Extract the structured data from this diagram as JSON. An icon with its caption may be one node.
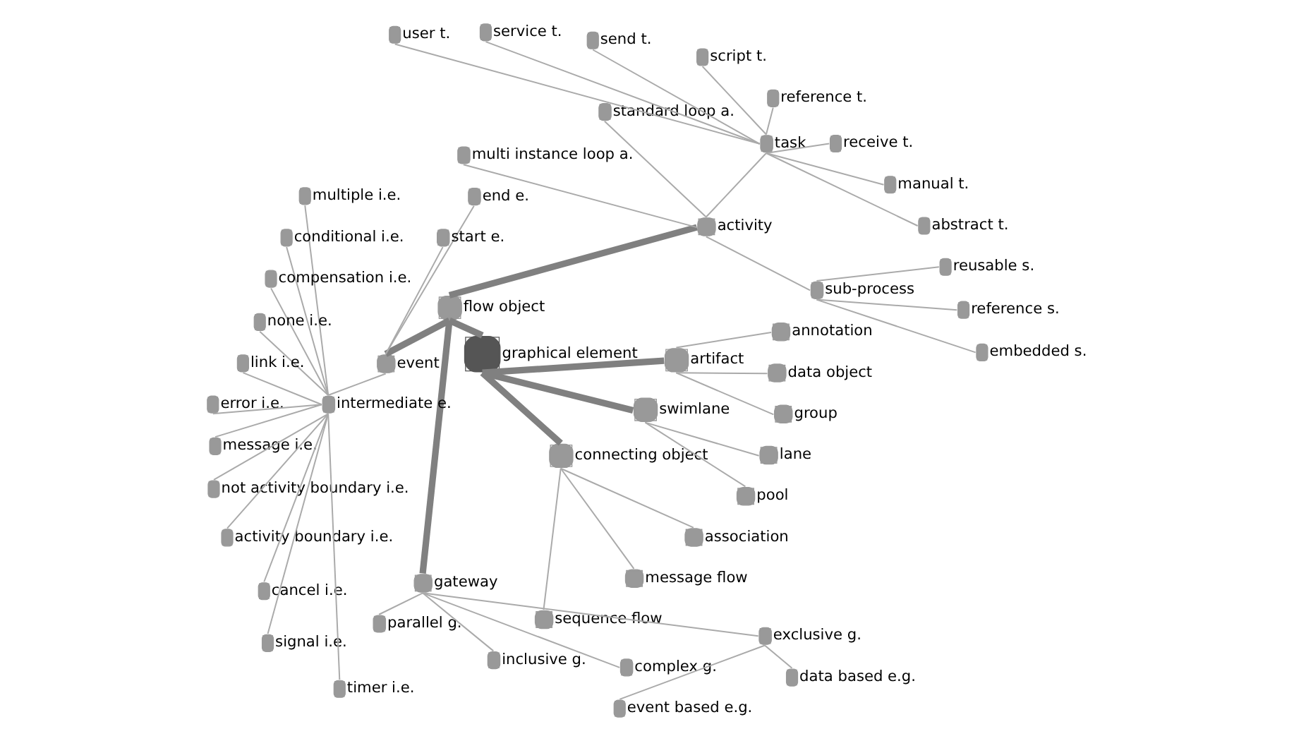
{
  "diagram": {
    "nodes": [
      {
        "text": [
          "graphical element"
        ]
      },
      {
        "text": [
          "flow object"
        ]
      },
      {
        "text": [
          "connecting object"
        ]
      },
      {
        "text": [
          "swimlane"
        ]
      },
      {
        "text": [
          "artifact"
        ]
      },
      {
        "text": [
          "activity"
        ]
      },
      {
        "text": [
          "event"
        ]
      },
      {
        "text": [
          "gateway"
        ]
      },
      {
        "text": [
          "sequence flow"
        ]
      },
      {
        "text": [
          "message flow"
        ]
      },
      {
        "text": [
          "association"
        ]
      },
      {
        "text": [
          "pool"
        ]
      },
      {
        "text": [
          "lane"
        ]
      },
      {
        "text": [
          "group"
        ]
      },
      {
        "text": [
          "data object"
        ]
      },
      {
        "text": [
          "annotation"
        ]
      },
      {
        "text": [
          "sub-process"
        ]
      },
      {
        "text": [
          "task"
        ]
      },
      {
        "text": [
          "standard loop a."
        ]
      },
      {
        "text": [
          "multi instance loop a."
        ]
      },
      {
        "text": [
          "embedded s."
        ]
      },
      {
        "text": [
          "reference s."
        ]
      },
      {
        "text": [
          "reusable s."
        ]
      },
      {
        "text": [
          "abstract t."
        ]
      },
      {
        "text": [
          "manual t."
        ]
      },
      {
        "text": [
          "receive t."
        ]
      },
      {
        "text": [
          "reference t."
        ]
      },
      {
        "text": [
          "script t."
        ]
      },
      {
        "text": [
          "send t."
        ]
      },
      {
        "text": [
          "service t."
        ]
      },
      {
        "text": [
          "user t."
        ]
      },
      {
        "text": [
          "end e."
        ]
      },
      {
        "text": [
          "start e."
        ]
      },
      {
        "text": [
          "intermediate e."
        ]
      },
      {
        "text": [
          "multiple i.e."
        ]
      },
      {
        "text": [
          "conditional i.e."
        ]
      },
      {
        "text": [
          "compensation i.e."
        ]
      },
      {
        "text": [
          "none i.e."
        ]
      },
      {
        "text": [
          "link i.e."
        ]
      },
      {
        "text": [
          "error i.e."
        ]
      },
      {
        "text": [
          "message i.e."
        ]
      },
      {
        "text": [
          "not activity boundary i.e."
        ]
      },
      {
        "text": [
          "activity boundary i.e."
        ]
      },
      {
        "text": [
          "cancel i.e."
        ]
      },
      {
        "text": [
          "signal i.e."
        ]
      },
      {
        "text": [
          "timer i.e."
        ]
      },
      {
        "text": [
          "parallel g."
        ]
      },
      {
        "text": [
          "inclusive g."
        ]
      },
      {
        "text": [
          "complex g."
        ]
      },
      {
        "text": [
          "exclusive g."
        ]
      },
      {
        "text": [
          "event based e.g."
        ]
      },
      {
        "text": [
          "data based e.g."
        ]
      }
    ],
    "edges": [
      {
        "from": 0,
        "to": 1,
        "arrow": "none",
        "style": "thick"
      },
      {
        "from": 0,
        "to": 2,
        "arrow": "none",
        "style": "thick"
      },
      {
        "from": 0,
        "to": 3,
        "arrow": "none",
        "style": "thick"
      },
      {
        "from": 0,
        "to": 4,
        "arrow": "none",
        "style": "thick"
      },
      {
        "from": 1,
        "to": 5,
        "arrow": "none",
        "style": "thick"
      },
      {
        "from": 1,
        "to": 6,
        "arrow": "none",
        "style": "thick"
      },
      {
        "from": 1,
        "to": 7,
        "arrow": "none",
        "style": "thick"
      },
      {
        "from": 2,
        "to": 8,
        "arrow": "none"
      },
      {
        "from": 2,
        "to": 9,
        "arrow": "none"
      },
      {
        "from": 2,
        "to": 10,
        "arrow": "none"
      },
      {
        "from": 3,
        "to": 11,
        "arrow": "none"
      },
      {
        "from": 3,
        "to": 12,
        "arrow": "none"
      },
      {
        "from": 4,
        "to": 13,
        "arrow": "none"
      },
      {
        "from": 4,
        "to": 14,
        "arrow": "none"
      },
      {
        "from": 4,
        "to": 15,
        "arrow": "none"
      },
      {
        "from": 5,
        "to": 16,
        "arrow": "none"
      },
      {
        "from": 5,
        "to": 17,
        "arrow": "none"
      },
      {
        "from": 5,
        "to": 18,
        "arrow": "none"
      },
      {
        "from": 5,
        "to": 19,
        "arrow": "none"
      },
      {
        "from": 16,
        "to": 20,
        "arrow": "none"
      },
      {
        "from": 16,
        "to": 21,
        "arrow": "none"
      },
      {
        "from": 16,
        "to": 22,
        "arrow": "none"
      },
      {
        "from": 17,
        "to": 23,
        "arrow": "none"
      },
      {
        "from": 17,
        "to": 24,
        "arrow": "none"
      },
      {
        "from": 17,
        "to": 25,
        "arrow": "none"
      },
      {
        "from": 17,
        "to": 26,
        "arrow": "none"
      },
      {
        "from": 17,
        "to": 27,
        "arrow": "none"
      },
      {
        "from": 17,
        "to": 28,
        "arrow": "none"
      },
      {
        "from": 17,
        "to": 29,
        "arrow": "none"
      },
      {
        "from": 17,
        "to": 30,
        "arrow": "none"
      },
      {
        "from": 6,
        "to": 31,
        "arrow": "none"
      },
      {
        "from": 6,
        "to": 32,
        "arrow": "none"
      },
      {
        "from": 6,
        "to": 33,
        "arrow": "none"
      },
      {
        "from": 33,
        "to": 34,
        "arrow": "none"
      },
      {
        "from": 33,
        "to": 35,
        "arrow": "none"
      },
      {
        "from": 33,
        "to": 36,
        "arrow": "none"
      },
      {
        "from": 33,
        "to": 37,
        "arrow": "none"
      },
      {
        "from": 33,
        "to": 38,
        "arrow": "none"
      },
      {
        "from": 33,
        "to": 39,
        "arrow": "none"
      },
      {
        "from": 33,
        "to": 40,
        "arrow": "none"
      },
      {
        "from": 33,
        "to": 41,
        "arrow": "none"
      },
      {
        "from": 33,
        "to": 42,
        "arrow": "none"
      },
      {
        "from": 33,
        "to": 43,
        "arrow": "none"
      },
      {
        "from": 33,
        "to": 44,
        "arrow": "none"
      },
      {
        "from": 33,
        "to": 45,
        "arrow": "none"
      },
      {
        "from": 7,
        "to": 46,
        "arrow": "none"
      },
      {
        "from": 7,
        "to": 47,
        "arrow": "none"
      },
      {
        "from": 7,
        "to": 48,
        "arrow": "none"
      },
      {
        "from": 7,
        "to": 49,
        "arrow": "none"
      },
      {
        "from": 49,
        "to": 50,
        "arrow": "none"
      },
      {
        "from": 49,
        "to": 51,
        "arrow": "none"
      }
    ]
  }
}
